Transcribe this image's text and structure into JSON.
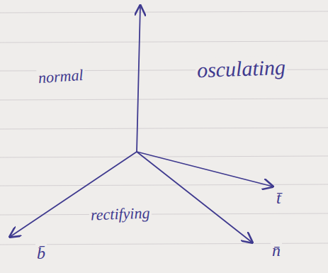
{
  "diagram": {
    "labels": [
      "normal",
      "osculating",
      "rectifying",
      "t̄",
      "b̄",
      "n̄"
    ]
  }
}
